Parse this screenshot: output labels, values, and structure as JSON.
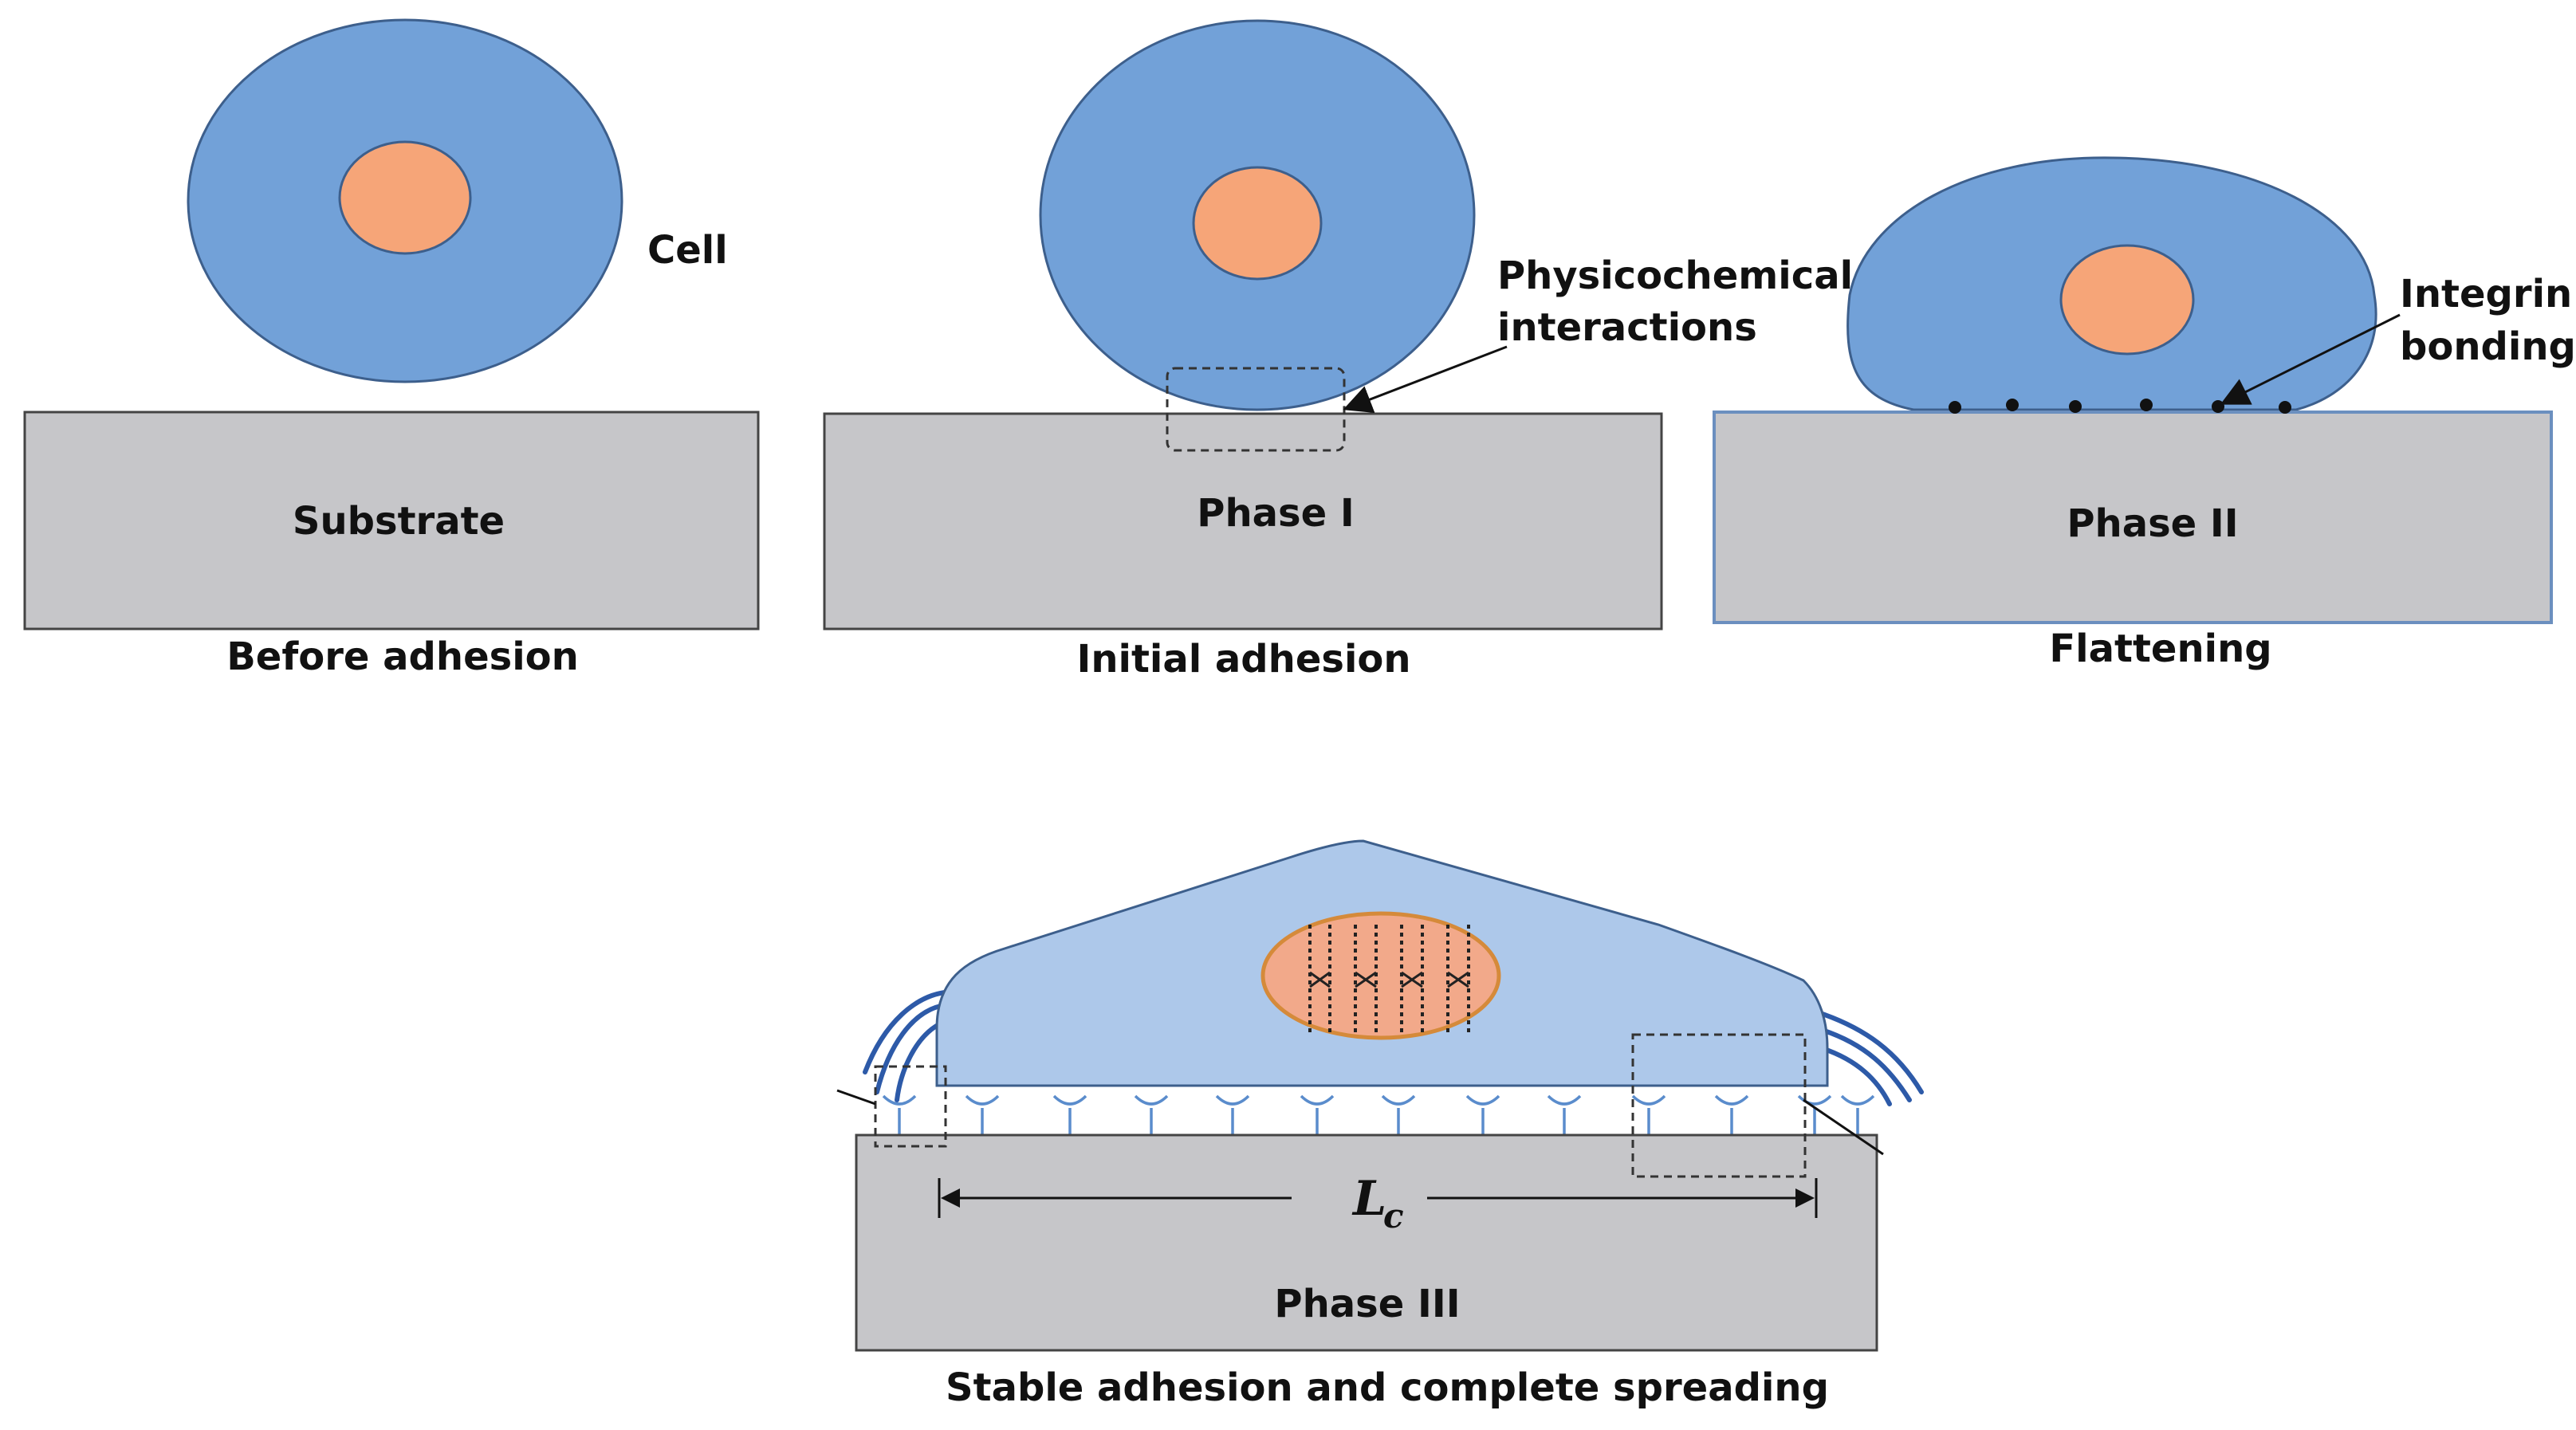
{
  "panels": {
    "before": {
      "cell_label": "Cell",
      "substrate_label": "Substrate",
      "caption": "Before adhesion"
    },
    "phase1": {
      "annotation_line1": "Physicochemical",
      "annotation_line2": "interactions",
      "substrate_label": "Phase I",
      "caption": "Initial adhesion"
    },
    "phase2": {
      "annotation_line1": "Integrin",
      "annotation_line2": "bonding",
      "substrate_label": "Phase II",
      "caption": "Flattening"
    },
    "phase3": {
      "length_symbol": "L",
      "length_subscript": "c",
      "substrate_label": "Phase III",
      "caption": "Stable adhesion and complete spreading"
    }
  },
  "colors": {
    "cell": "#72a1d8",
    "cell_light": "#adc8ea",
    "nucleus": "#f6a578",
    "substrate": "#c6c6c9"
  }
}
